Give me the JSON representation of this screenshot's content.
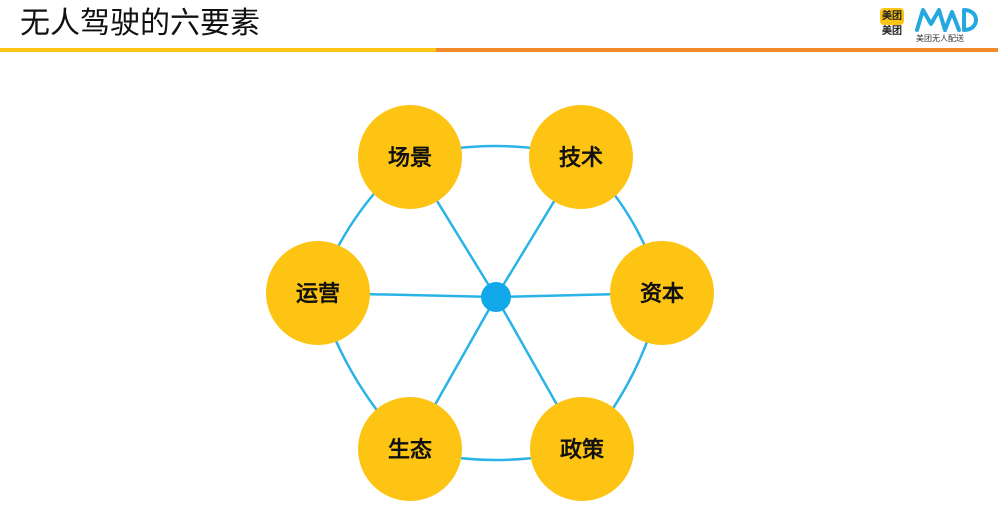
{
  "header": {
    "title": "无人驾驶的六要素"
  },
  "logos": {
    "meituan_top": "美团",
    "meituan_bottom": "美团",
    "mad_caption": "美团无人配送"
  },
  "colors": {
    "node_fill": "#FDC414",
    "line": "#29B3E8",
    "center": "#12A9EA",
    "bar_left": "#FDC414",
    "bar_right": "#F38A2A",
    "mad_logo": "#25A8E0"
  },
  "diagram": {
    "center": {
      "name": "center-hub"
    },
    "nodes": [
      {
        "id": "scene",
        "label": "场景"
      },
      {
        "id": "tech",
        "label": "技术"
      },
      {
        "id": "capital",
        "label": "资本"
      },
      {
        "id": "policy",
        "label": "政策"
      },
      {
        "id": "ecology",
        "label": "生态"
      },
      {
        "id": "operation",
        "label": "运营"
      }
    ]
  }
}
